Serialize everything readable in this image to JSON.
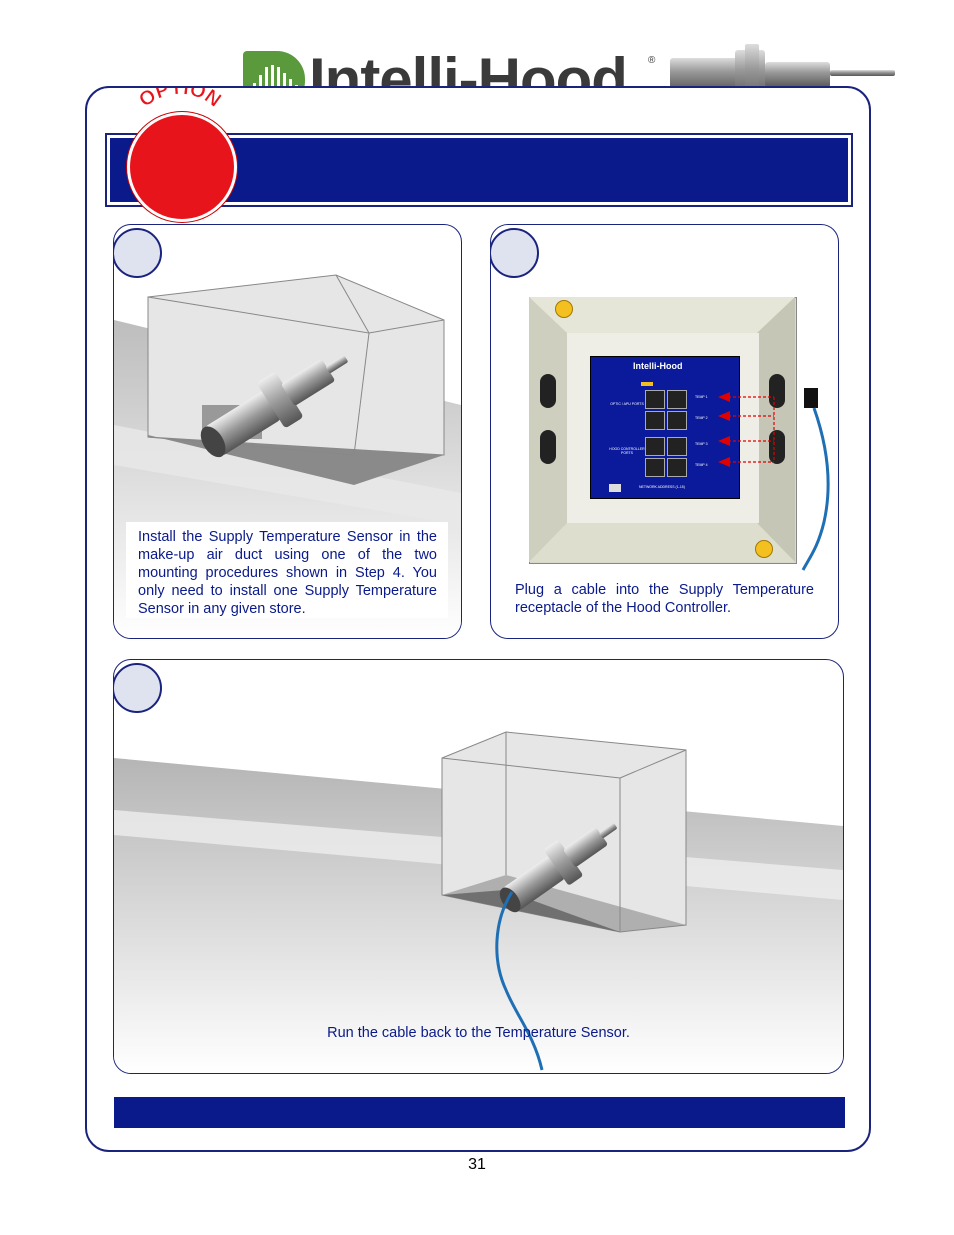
{
  "header": {
    "brand": "Intelli-Hood",
    "registered_mark": "®"
  },
  "option_badge": {
    "label": "OPTION"
  },
  "panels": {
    "step_a": {
      "caption": "Install the Supply Temperature Sensor in the make-up air duct using one of the two mounting procedures shown in Step 4. You only need to install one Supply Temperature Sensor in any given store."
    },
    "step_b": {
      "caption": "Plug a cable into the Supply Temperature receptacle of the Hood Controller.",
      "board": {
        "brand": "Intelli-Hood",
        "port_groups": [
          "OPTIC / APU PORTS",
          "HOOD CONTROLLER PORTS"
        ],
        "temp_labels": [
          "TEMP 1",
          "TEMP 2",
          "TEMP 3",
          "TEMP 4"
        ],
        "bottom_label": "NETWORK ADDRESS (1-15)"
      }
    },
    "step_c": {
      "caption": "Run the cable back to the Temperature Sensor."
    }
  },
  "footer": {
    "page_number": "31"
  },
  "colors": {
    "navy": "#0a1a8a",
    "option_red": "#e8141c",
    "brand_green": "#5a9a3c",
    "cable_blue": "#1f6fb5",
    "arrow_red": "#e00000"
  }
}
